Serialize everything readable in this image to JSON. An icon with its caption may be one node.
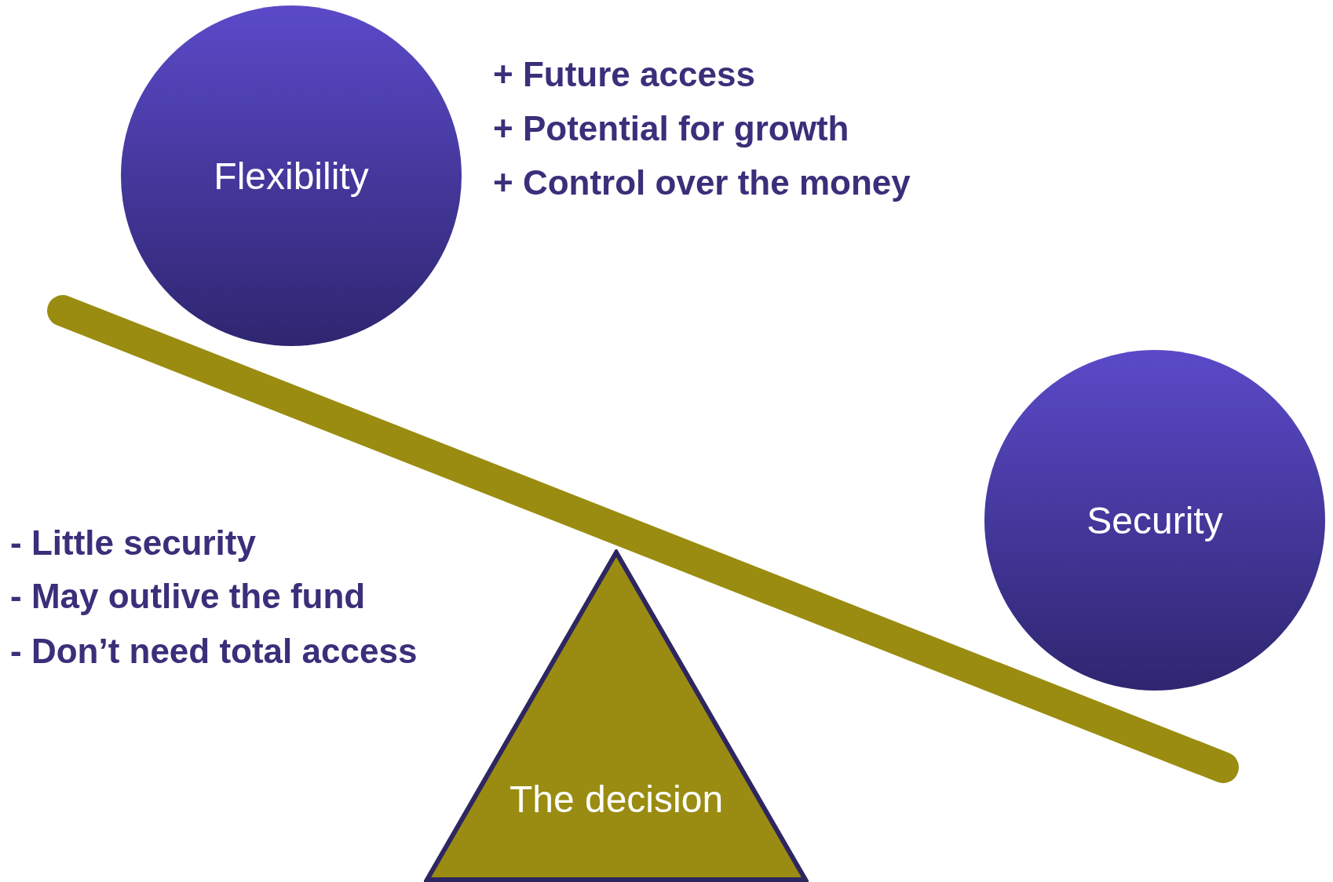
{
  "diagram": {
    "nodes": [
      {
        "text": [
          "Flexibility"
        ]
      },
      {
        "text": [
          "Security"
        ]
      },
      {
        "text": [
          "The decision"
        ]
      }
    ],
    "edges": [],
    "labels": [
      "+ Future access",
      "+ Potential for growth",
      "+ Control over the money",
      "- Little security",
      "- May outlive the fund",
      "- Don’t need total access"
    ]
  }
}
